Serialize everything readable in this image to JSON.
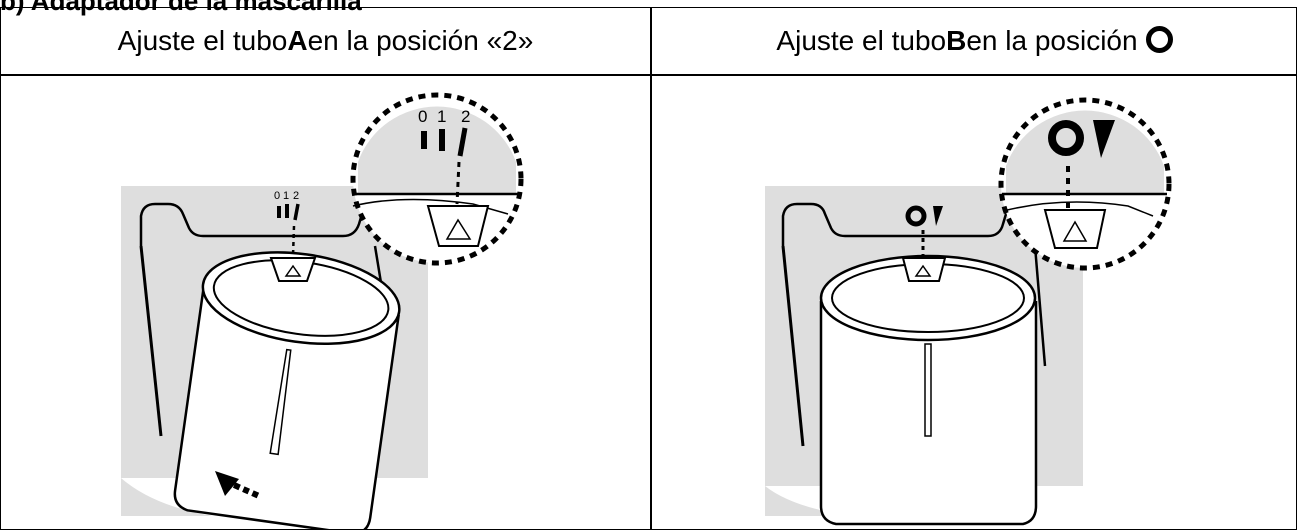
{
  "heading": {
    "text": "b) Adaptador de la mascarilla"
  },
  "columns": [
    {
      "prefix": "Ajuste el tubo ",
      "tube": "A",
      "suffix": " en la posición «2»"
    },
    {
      "prefix": "Ajuste el tubo ",
      "tube": "B",
      "suffix": " en la posición ",
      "symbol": "ring-symbol-icon"
    }
  ],
  "figure_a": {
    "dial_numbers": [
      "0",
      "1",
      "2"
    ],
    "zoom_numbers": [
      "0",
      "1",
      "2"
    ]
  }
}
